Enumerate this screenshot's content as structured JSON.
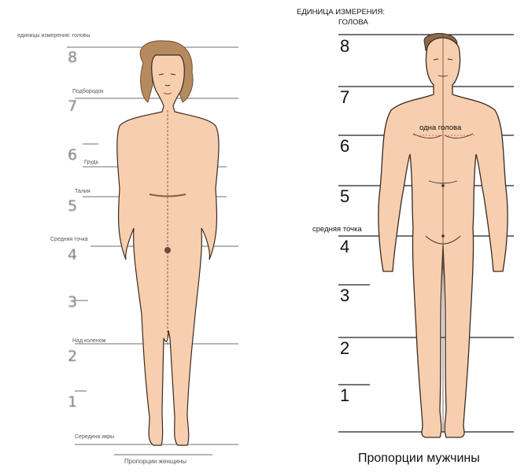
{
  "left": {
    "unit_label": "единицы измерения: головы",
    "caption": "Пропорции женщины",
    "mark_labels": [
      "Подбородок",
      "Грудь",
      "Талия",
      "Средняя точка",
      "Над коленом",
      "Середина икры"
    ],
    "numbers": [
      "8",
      "7",
      "6",
      "5",
      "4",
      "3",
      "2",
      "1"
    ]
  },
  "right": {
    "unit_label_line1": "ЕДИНИЦА ИЗМЕРЕНИЯ:",
    "unit_label_line2": "ГОЛОВА",
    "one_head": "одна голова",
    "midpoint": "средняя точка",
    "caption": "Пропорции мужчины",
    "numbers": [
      "8",
      "7",
      "6",
      "5",
      "4",
      "3",
      "2",
      "1"
    ]
  },
  "colors": {
    "skin": "#f7cfae",
    "skin_outline": "#3a2a22",
    "hair_female": "#b68a5f",
    "hair_male": "#8a6a4a",
    "lines": "#333333"
  }
}
